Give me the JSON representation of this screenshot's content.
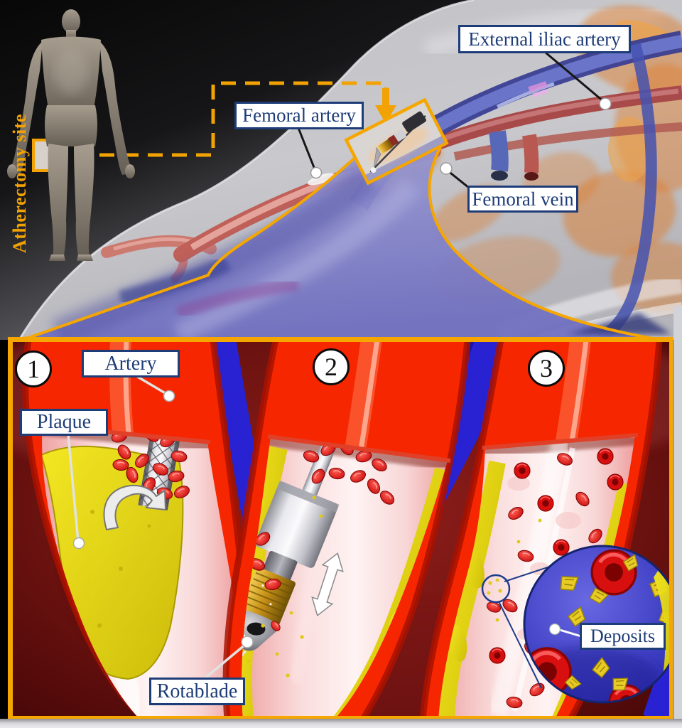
{
  "overview": {
    "site_label": "Atherectomy site",
    "labels": {
      "femoral_artery": "Femoral artery",
      "external_iliac_artery": "External iliac artery",
      "femoral_vein": "Femoral vein"
    }
  },
  "procedure": {
    "steps": [
      {
        "number": "1"
      },
      {
        "number": "2"
      },
      {
        "number": "3"
      }
    ],
    "labels": {
      "artery": "Artery",
      "plaque": "Plaque",
      "rotablade": "Rotablade",
      "deposits": "Deposits"
    }
  },
  "colors": {
    "accent_orange": "#F5A600",
    "label_navy": "#1E3C78",
    "artery_red": "#F52600",
    "vein_blue": "#2822D2",
    "plaque_yellow": "#EBDB12",
    "panel_background": "#5A0A0A"
  }
}
